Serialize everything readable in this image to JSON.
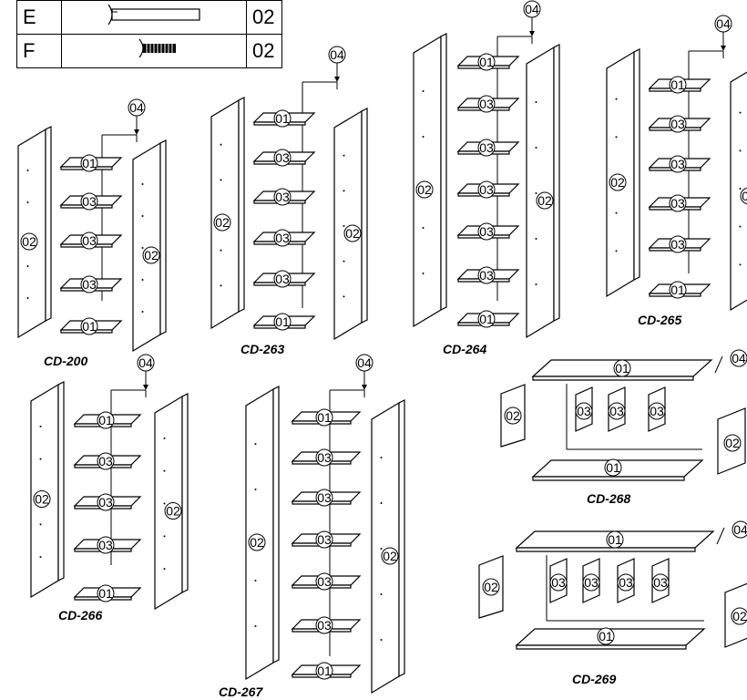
{
  "hardware_table": {
    "rows": [
      {
        "letter": "E",
        "qty": "02",
        "icon": "long-bolt-icon"
      },
      {
        "letter": "F",
        "qty": "02",
        "icon": "short-screw-icon"
      }
    ]
  },
  "part_labels": {
    "p01": "01",
    "p02": "02",
    "p03": "03",
    "p04": "04"
  },
  "models": {
    "cd200": "CD-200",
    "cd263": "CD-263",
    "cd264": "CD-264",
    "cd265": "CD-265",
    "cd266": "CD-266",
    "cd267": "CD-267",
    "cd268": "CD-268",
    "cd269": "CD-269"
  },
  "colors": {
    "line": "#000000",
    "panel": "#ffffff"
  }
}
